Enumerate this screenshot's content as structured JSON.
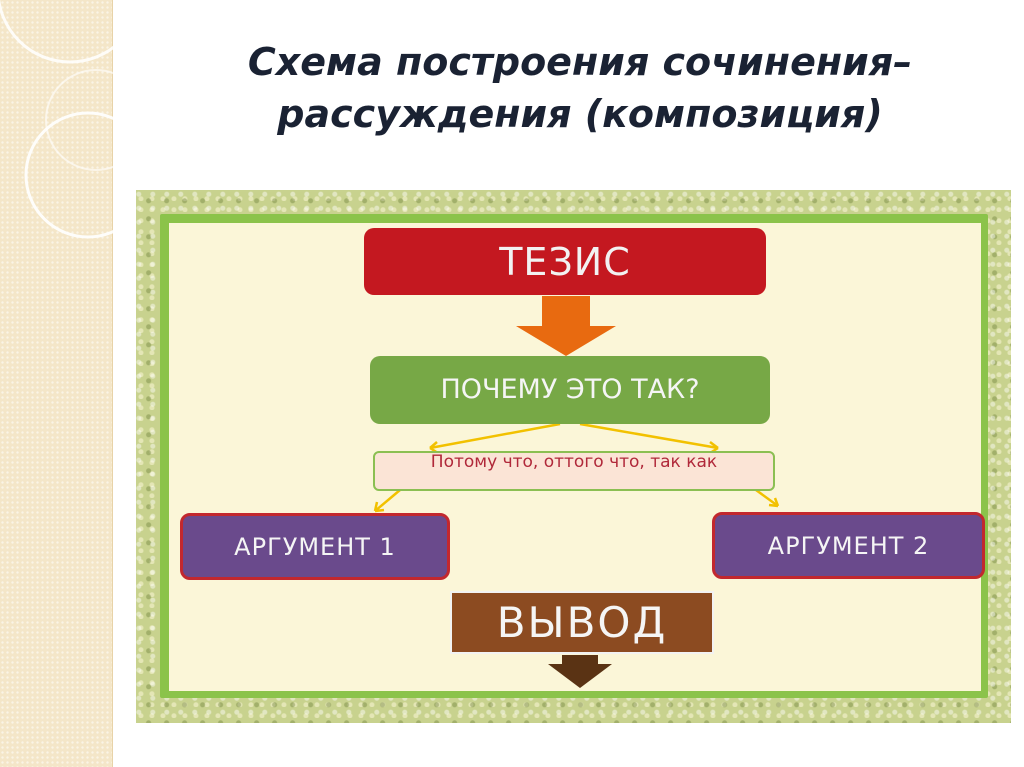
{
  "slide": {
    "title_line1": "Схема построения сочинения–",
    "title_line2": "рассуждения (композиция)"
  },
  "diagram": {
    "thesis": "ТЕЗИС",
    "question": "ПОЧЕМУ ЭТО ТАК?",
    "connectors": "Потому что, оттого что, так как",
    "argument1": "АРГУМЕНТ 1",
    "argument2": "АРГУМЕНТ 2",
    "conclusion": "ВЫВОД"
  },
  "colors": {
    "thesis": "#c41820",
    "question": "#77a846",
    "connectors_bg": "#fbe4d6",
    "argument": "#6a4a8c",
    "conclusion": "#8c4b21",
    "arrow_orange": "#e86a10",
    "arrow_yellow": "#f2c100"
  }
}
